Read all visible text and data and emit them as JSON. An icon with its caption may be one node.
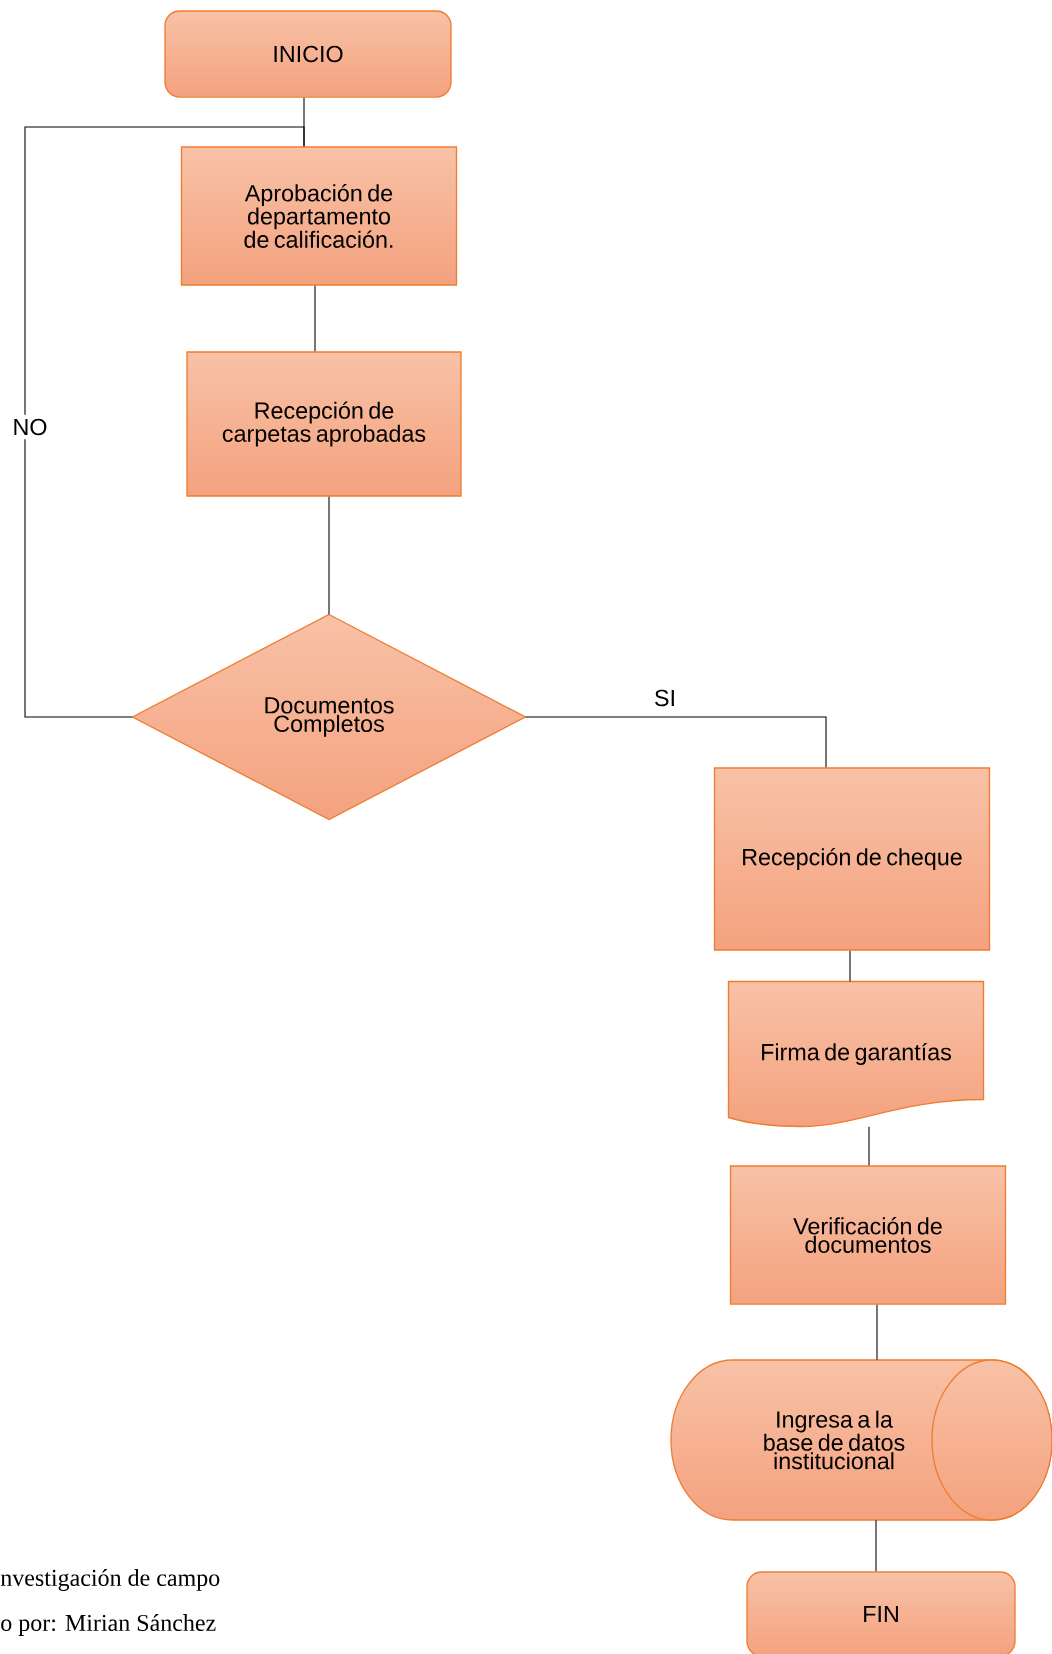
{
  "diagram": {
    "nodes": [
      {
        "text": [
          "INICIO"
        ]
      },
      {
        "text": [
          "Aprobación de departamento de calificación."
        ]
      },
      {
        "text": [
          "Recepción de carpetas aprobadas"
        ]
      },
      {
        "text": [
          "Documentos Completos"
        ]
      },
      {
        "text": [
          "Recepción de cheque"
        ]
      },
      {
        "text": [
          "Firma de garantías"
        ]
      },
      {
        "text": [
          "Verificación de documentos"
        ]
      },
      {
        "text": [
          "Ingresa a la base de datos institucional"
        ]
      },
      {
        "text": [
          "FIN"
        ]
      }
    ],
    "edges": [
      {
        "from": 0,
        "to": 1,
        "arrow": "none"
      },
      {
        "from": 1,
        "to": 2,
        "arrow": "none"
      },
      {
        "from": 2,
        "to": 3,
        "arrow": "none"
      },
      {
        "from": 3,
        "to": 4,
        "arrow": "none",
        "label": "SI"
      },
      {
        "from": 3,
        "to": 1,
        "arrow": "none",
        "label": "NO"
      },
      {
        "from": 4,
        "to": 5,
        "arrow": "none"
      },
      {
        "from": 5,
        "to": 6,
        "arrow": "none"
      },
      {
        "from": 6,
        "to": 7,
        "arrow": "none"
      },
      {
        "from": 7,
        "to": 8,
        "arrow": "none"
      }
    ],
    "labels": [
      "nvestigación de campo",
      "o por: Mirian Sánchez"
    ]
  }
}
